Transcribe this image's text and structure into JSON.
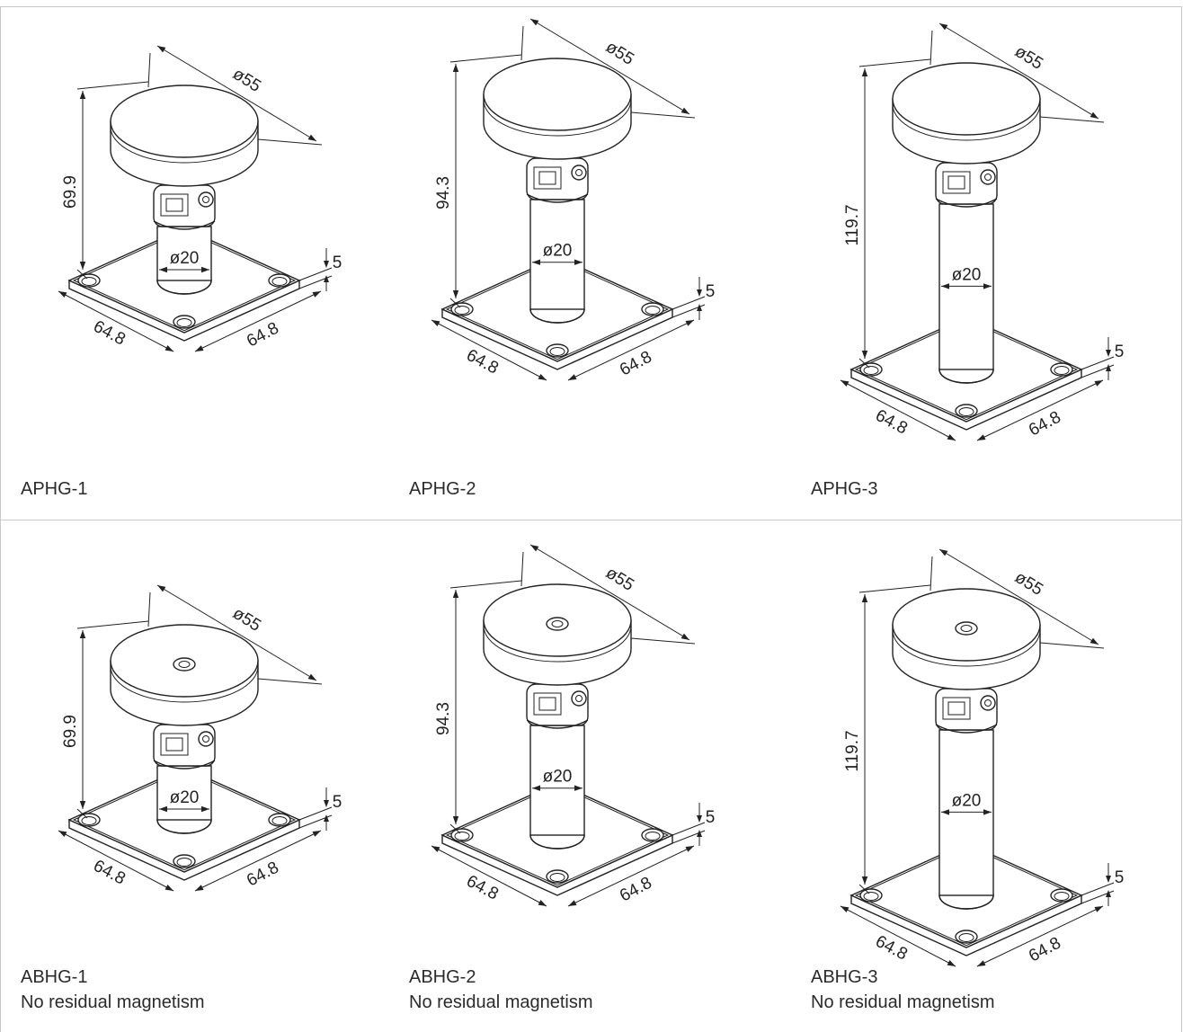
{
  "panels": [
    {
      "items": [
        {
          "model": "APHG-1",
          "note": "",
          "height_label": "69.9",
          "head_dia": "ø55",
          "tube_dia": "ø20",
          "plate_thickness": "5",
          "plate_side_a": "64.8",
          "plate_side_b": "64.8",
          "tube_height": 0,
          "head_hole": false
        },
        {
          "model": "APHG-2",
          "note": "",
          "height_label": "94.3",
          "head_dia": "ø55",
          "tube_dia": "ø20",
          "plate_thickness": "5",
          "plate_side_a": "64.8",
          "plate_side_b": "64.8",
          "tube_height": 1,
          "head_hole": false
        },
        {
          "model": "APHG-3",
          "note": "",
          "height_label": "119.7",
          "head_dia": "ø55",
          "tube_dia": "ø20",
          "plate_thickness": "5",
          "plate_side_a": "64.8",
          "plate_side_b": "64.8",
          "tube_height": 2,
          "head_hole": false
        }
      ]
    },
    {
      "items": [
        {
          "model": "ABHG-1",
          "note": "No residual magnetism",
          "height_label": "69.9",
          "head_dia": "ø55",
          "tube_dia": "ø20",
          "plate_thickness": "5",
          "plate_side_a": "64.8",
          "plate_side_b": "64.8",
          "tube_height": 0,
          "head_hole": true
        },
        {
          "model": "ABHG-2",
          "note": "No residual magnetism",
          "height_label": "94.3",
          "head_dia": "ø55",
          "tube_dia": "ø20",
          "plate_thickness": "5",
          "plate_side_a": "64.8",
          "plate_side_b": "64.8",
          "tube_height": 1,
          "head_hole": true
        },
        {
          "model": "ABHG-3",
          "note": "No residual magnetism",
          "height_label": "119.7",
          "head_dia": "ø55",
          "tube_dia": "ø20",
          "plate_thickness": "5",
          "plate_side_a": "64.8",
          "plate_side_b": "64.8",
          "tube_height": 2,
          "head_hole": true
        }
      ]
    }
  ]
}
